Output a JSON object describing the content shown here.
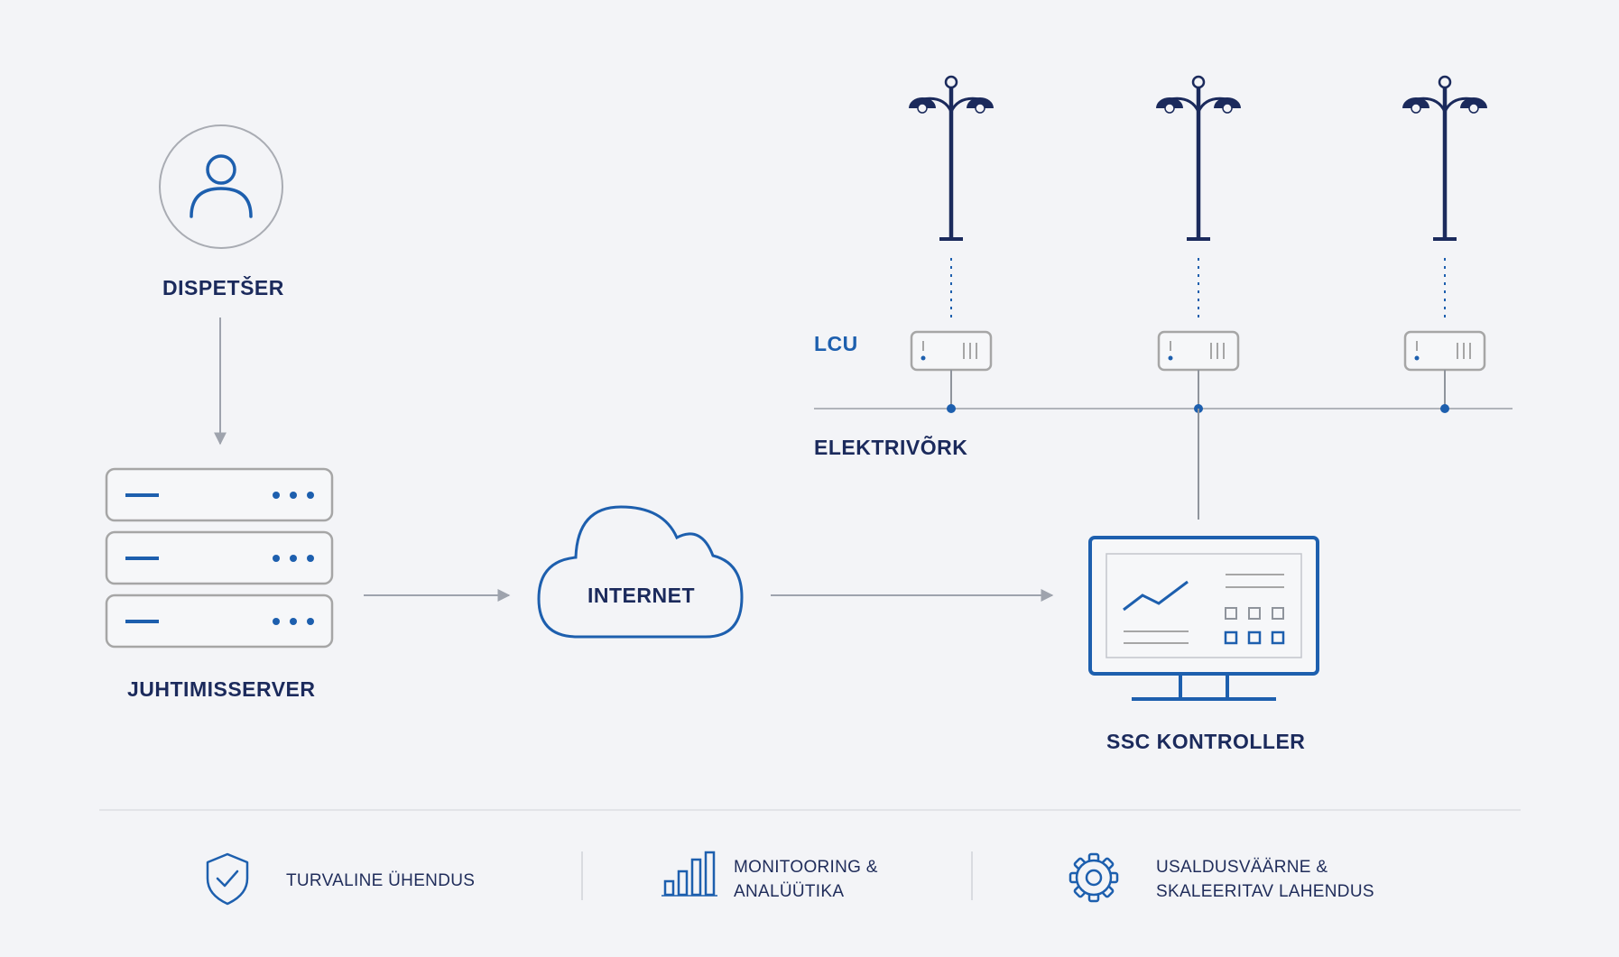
{
  "nodes": {
    "dispatcher": {
      "label": "DISPETŠER",
      "icon": "user-icon"
    },
    "server": {
      "label": "JUHTIMISSERVER",
      "icon": "server-rack-icon"
    },
    "internet": {
      "label": "INTERNET",
      "icon": "cloud-icon"
    },
    "controller": {
      "label": "SSC KONTROLLER",
      "icon": "monitor-dashboard-icon"
    },
    "lcu": {
      "label": "LCU",
      "icon": "lcu-module-icon"
    },
    "grid": {
      "label": "ELEKTRIVÕRK"
    },
    "streetlights": {
      "icon": "street-lamp-icon",
      "count": 3
    }
  },
  "features": [
    {
      "icon": "shield-check-icon",
      "line1": "TURVALINE ÜHENDUS",
      "line2": ""
    },
    {
      "icon": "bar-chart-icon",
      "line1": "MONITOORING &",
      "line2": "ANALÜÜTIKA"
    },
    {
      "icon": "gear-icon",
      "line1": "USALDUSVÄÄRNE &",
      "line2": "SKALEERITAV LAHENDUS"
    }
  ],
  "colors": {
    "background": "#f3f4f7",
    "navy": "#1b2a5c",
    "accent_blue": "#1d5fae",
    "line_gray": "#9ea3ad",
    "icon_gray": "#a6a6a6"
  }
}
